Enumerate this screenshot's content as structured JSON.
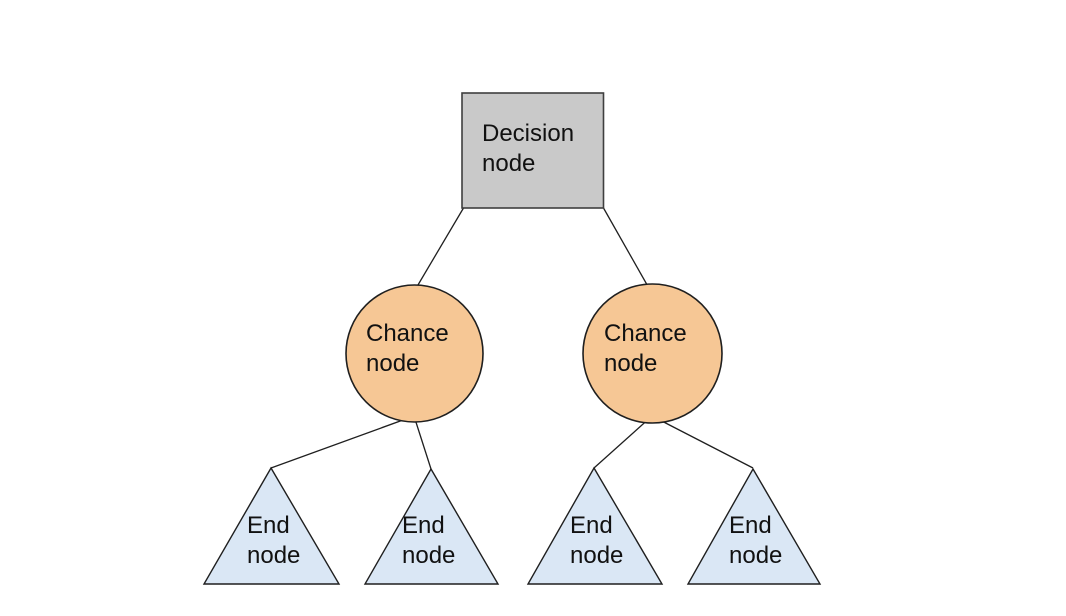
{
  "diagram": {
    "type": "decision-tree",
    "background": "#ffffff",
    "edge_color": "#1f1f1f",
    "nodes": {
      "decision": {
        "label": "Decision node",
        "shape": "square",
        "fill": "#c9c9c9",
        "stroke": "#3f3f3f"
      },
      "chance_left": {
        "label": "Chance node",
        "shape": "circle",
        "fill": "#f6c795",
        "stroke": "#1f1f1f"
      },
      "chance_right": {
        "label": "Chance node",
        "shape": "circle",
        "fill": "#f6c795",
        "stroke": "#1f1f1f"
      },
      "end_1": {
        "label": "End node",
        "shape": "triangle",
        "fill": "#dae7f5",
        "stroke": "#1f1f1f"
      },
      "end_2": {
        "label": "End node",
        "shape": "triangle",
        "fill": "#dae7f5",
        "stroke": "#1f1f1f"
      },
      "end_3": {
        "label": "End node",
        "shape": "triangle",
        "fill": "#dae7f5",
        "stroke": "#1f1f1f"
      },
      "end_4": {
        "label": "End node",
        "shape": "triangle",
        "fill": "#dae7f5",
        "stroke": "#1f1f1f"
      }
    },
    "edges": [
      {
        "from": "decision",
        "to": "chance_left"
      },
      {
        "from": "decision",
        "to": "chance_right"
      },
      {
        "from": "chance_left",
        "to": "end_1"
      },
      {
        "from": "chance_left",
        "to": "end_2"
      },
      {
        "from": "chance_right",
        "to": "end_3"
      },
      {
        "from": "chance_right",
        "to": "end_4"
      }
    ]
  }
}
